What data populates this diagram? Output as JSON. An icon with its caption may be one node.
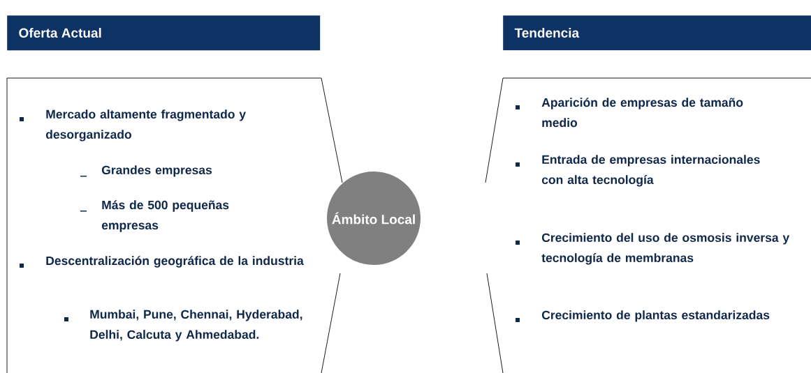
{
  "diagram": {
    "nodes": [
      {
        "text": [
          "Oferta Actual"
        ]
      },
      {
        "text": [
          "Tendencia"
        ]
      },
      {
        "text": [
          "Mercado altamente fragmentado y desorganizado",
          "Grandes empresas",
          "Más de 500 pequeñas empresas",
          "Descentralización geográfica de la industria",
          "Mumbai, Pune, Chennai, Hyderabad, Delhi, Calcuta y Ahmedabad."
        ]
      },
      {
        "text": [
          "Ámbito Local"
        ]
      },
      {
        "text": [
          "Aparición de empresas de tamaño medio",
          "Entrada de empresas internacionales con alta tecnología",
          "Crecimiento del uso de osmosis inversa y tecnología de membranas",
          "Crecimiento de plantas estandarizadas"
        ]
      }
    ]
  }
}
